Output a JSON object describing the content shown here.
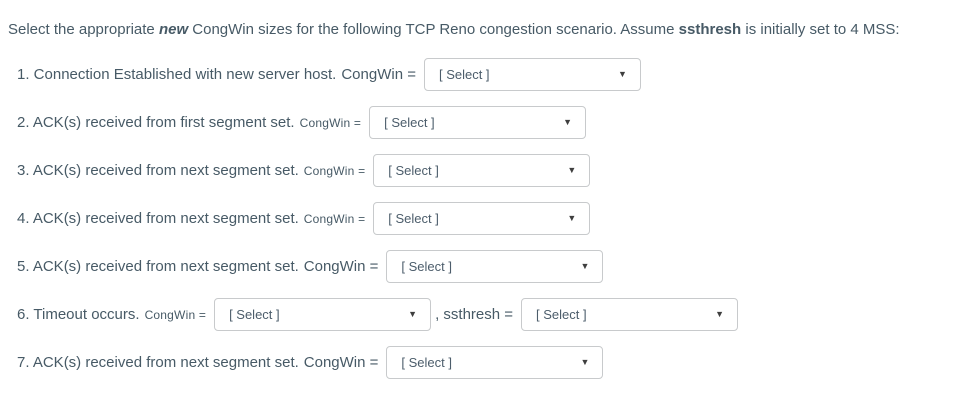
{
  "colors": {
    "text": "#475a66",
    "select_border": "#c8cacc",
    "select_text": "#4c5d6b",
    "arrow": "#3f3f3f",
    "background": "#ffffff"
  },
  "title": {
    "segments": [
      {
        "text": "Select the appropriate "
      },
      {
        "text": "new"
      },
      {
        "text": " CongWin sizes for the following TCP Reno congestion scenario. Assume "
      },
      {
        "text": "ssthresh"
      },
      {
        "text": " is initially set to 4 MSS:"
      }
    ]
  },
  "select_placeholder": "[ Select ]",
  "arrow_glyph": "▼",
  "rows": [
    {
      "prefix": "1. Connection Established with new server host.",
      "label": "CongWin ="
    },
    {
      "prefix": "2. ACK(s) received from first segment set.",
      "label": "CongWin ="
    },
    {
      "prefix": "3. ACK(s) received from next segment set.",
      "label": "CongWin ="
    },
    {
      "prefix": "4. ACK(s) received from next segment set.",
      "label": "CongWin ="
    },
    {
      "prefix": "5. ACK(s) received from next segment set.",
      "label": "CongWin ="
    },
    {
      "prefix": "6. Timeout occurs.",
      "label": "CongWin =",
      "mid_label": ", ssthresh ="
    },
    {
      "prefix": "7. ACK(s) received from next segment set.",
      "label": "CongWin ="
    }
  ]
}
